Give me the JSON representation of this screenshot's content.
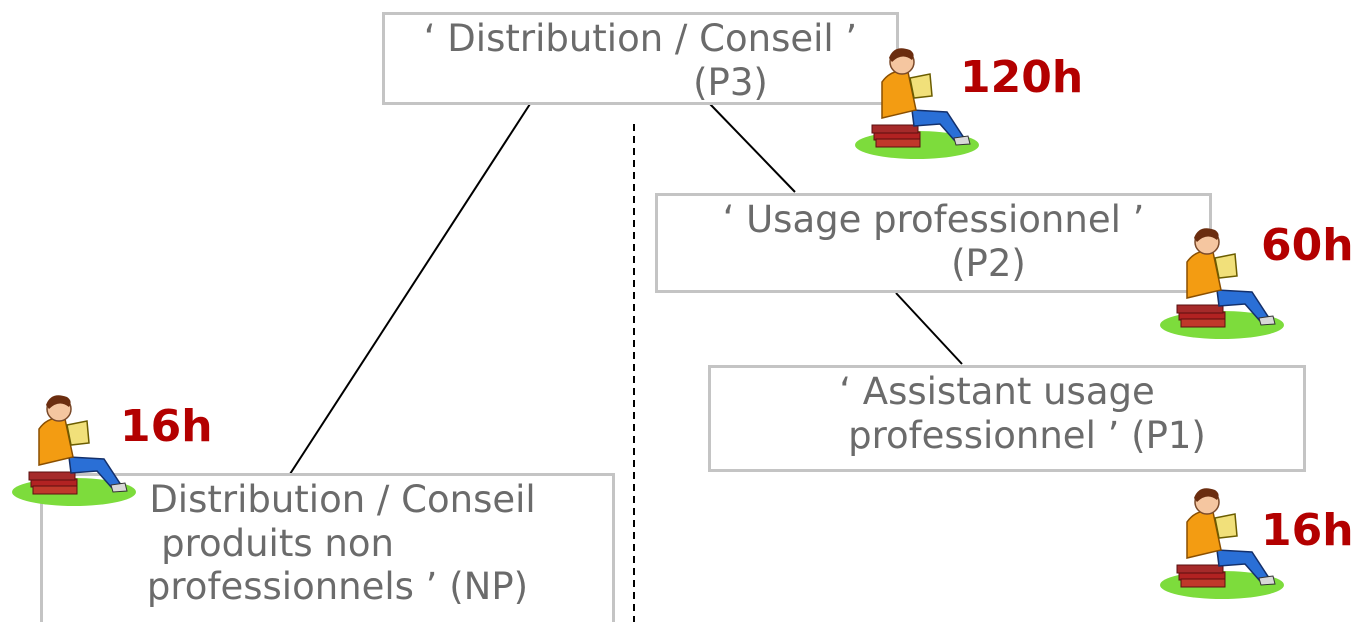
{
  "diagram": {
    "nodes": [
      {
        "id": "p3",
        "lines": [
          "‘ Distribution / Conseil ’",
          "(P3)"
        ],
        "hours": "120h"
      },
      {
        "id": "p2",
        "lines": [
          "‘ Usage professionnel ’",
          "(P2)"
        ],
        "hours": "60h"
      },
      {
        "id": "p1",
        "lines": [
          "‘ Assistant usage",
          "professionnel ’ (P1)"
        ],
        "hours": "16h"
      },
      {
        "id": "np",
        "lines": [
          "Distribution / Conseil",
          "produits non",
          "professionnels ’ (NP)"
        ],
        "hours": "16h"
      }
    ],
    "edges": [
      {
        "from": "p3",
        "to": "np"
      },
      {
        "from": "p3",
        "to": "p2"
      },
      {
        "from": "p2",
        "to": "p1"
      }
    ],
    "divider": "dashed-vertical",
    "reader_icon": "student-reading-icon",
    "colors": {
      "box_border": "#c4c4c4",
      "box_text": "#6b6b6b",
      "hours_text": "#b30000",
      "connector": "#000000"
    }
  }
}
